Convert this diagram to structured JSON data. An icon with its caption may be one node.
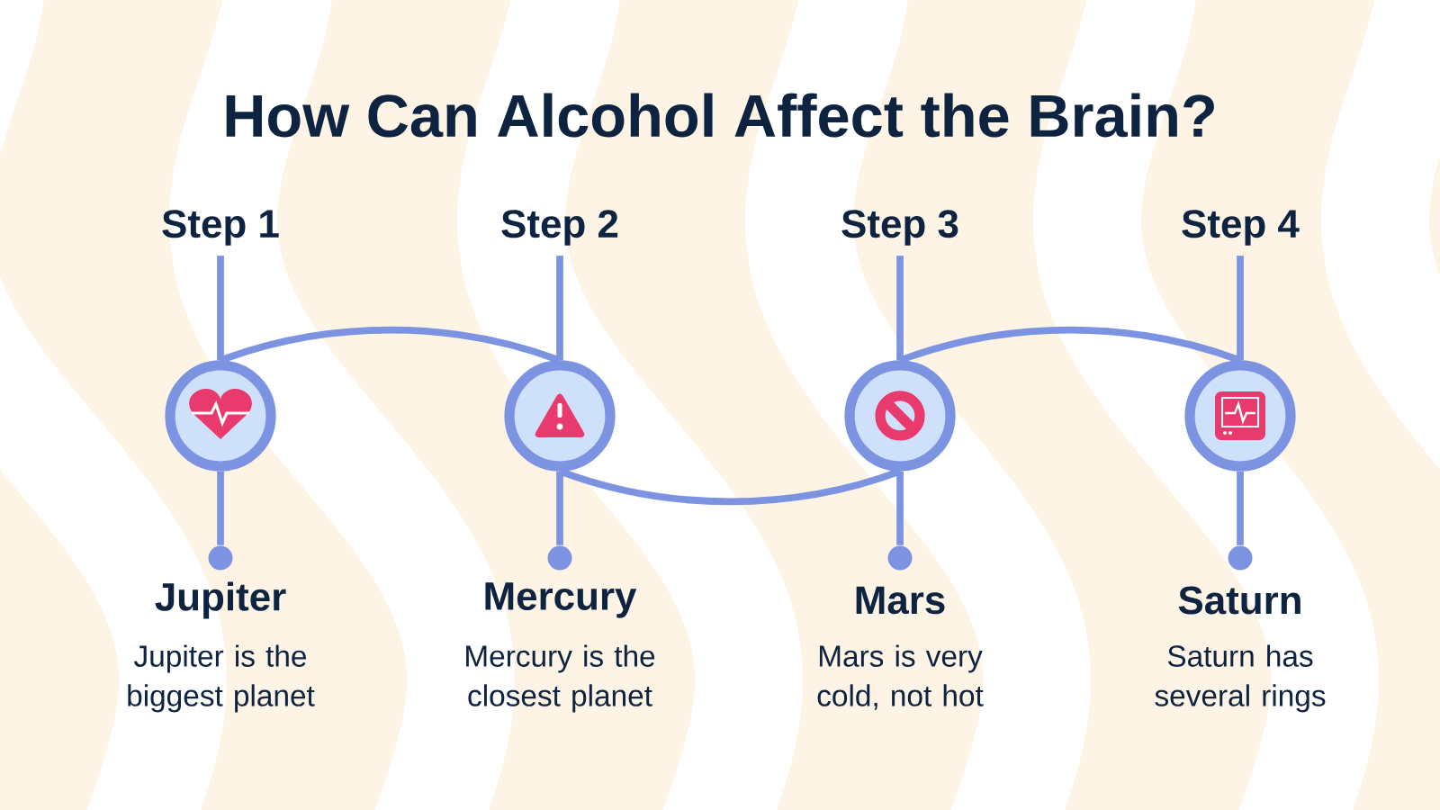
{
  "diagram": {
    "title": "How Can Alcohol Affect the Brain?",
    "nodes": [
      {
        "text": [
          "Step 1"
        ]
      },
      {
        "text": [
          "Step 2"
        ]
      },
      {
        "text": [
          "Step 3"
        ]
      },
      {
        "text": [
          "Step 4"
        ]
      },
      {
        "text": [],
        "shape": "circle"
      },
      {
        "text": [],
        "shape": "circle"
      },
      {
        "text": [],
        "shape": "circle"
      },
      {
        "text": [],
        "shape": "circle"
      },
      {
        "text": [],
        "shape": "circle",
        "beside": [
          "Jupiter",
          "Jupiter is the biggest planet"
        ]
      },
      {
        "text": [],
        "shape": "circle",
        "beside": [
          "Mercury",
          "Mercury is the closest planet"
        ]
      },
      {
        "text": [],
        "shape": "circle",
        "beside": [
          "Mars",
          "Mars is very cold, not hot"
        ]
      },
      {
        "text": [],
        "shape": "circle",
        "beside": [
          "Saturn",
          "Saturn has several rings"
        ]
      }
    ],
    "edges": [
      {
        "from": 0,
        "to": 4,
        "arrow": "none"
      },
      {
        "from": 1,
        "to": 5,
        "arrow": "none"
      },
      {
        "from": 2,
        "to": 6,
        "arrow": "none"
      },
      {
        "from": 3,
        "to": 7,
        "arrow": "none"
      },
      {
        "from": 4,
        "to": 8,
        "arrow": "none"
      },
      {
        "from": 5,
        "to": 9,
        "arrow": "none"
      },
      {
        "from": 6,
        "to": 10,
        "arrow": "none"
      },
      {
        "from": 7,
        "to": 11,
        "arrow": "none"
      },
      {
        "from": 4,
        "to": 5,
        "arrow": "none"
      },
      {
        "from": 5,
        "to": 6,
        "arrow": "none"
      },
      {
        "from": 6,
        "to": 7,
        "arrow": "none"
      }
    ]
  }
}
